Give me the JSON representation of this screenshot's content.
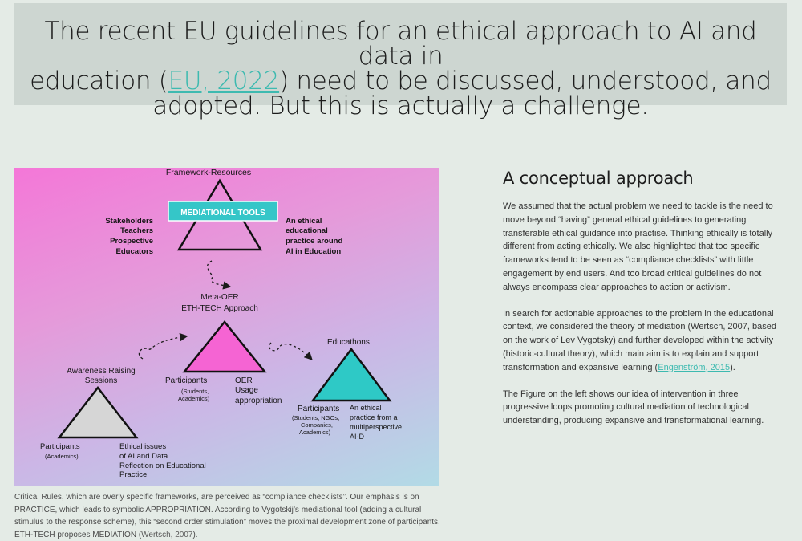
{
  "banner": {
    "line1": "The recent EU guidelines for an ethical approach to AI and data in",
    "line2_before": "education (",
    "line2_link": "EU, 2022",
    "line2_after": ") need to be discussed, understood, and",
    "line3": "adopted. But this is actually a challenge."
  },
  "figure": {
    "framework_resources": "Framework-Resources",
    "mediational_tools": "MEDIATIONAL TOOLS",
    "stakeholders": [
      "Stakeholders",
      "Teachers",
      "Prospective",
      "Educators"
    ],
    "ethical_practice": [
      "An ethical",
      "educational",
      "practice around",
      "AI in Education"
    ],
    "meta_oer": [
      "Meta-OER",
      "ETH-TECH Approach"
    ],
    "awareness": [
      "Awareness Raising",
      "Sessions"
    ],
    "participants_mid": "Participants",
    "participants_mid_sub": [
      "(Students,",
      "Academics)"
    ],
    "oer_usage": [
      "OER",
      "Usage",
      "appropriation"
    ],
    "educathons": "Educathons",
    "participants_right": "Participants",
    "participants_right_sub": [
      "(Students, NGOs,",
      "Companies,",
      "Academics)"
    ],
    "multiperspective": [
      "An ethical",
      "practice from a",
      "multiperspective",
      "AI-D"
    ],
    "participants_left": "Participants",
    "participants_left_sub": "(Academics)",
    "ethical_issues": [
      "Ethical issues",
      "of AI and Data",
      "Reflection on Educational",
      "Practice"
    ],
    "colors": {
      "pink_triangle": "#f564d3",
      "teal_triangle": "#2ec9c6",
      "gray_triangle": "#d6d6d6",
      "label_box": "#35c6c8"
    }
  },
  "caption": {
    "line1": "Critical Rules, which are overly specific frameworks, are perceived as “compliance checklists”. Our emphasis is on",
    "line2": "PRACTICE, which leads to symbolic APPROPRIATION. According to Vygotskij’s mediational tool (adding a cultural",
    "line3": "stimulus to the response scheme), this “second order stimulation” moves the proximal development zone of participants.",
    "line4_before": "ETH-TECH proposes MEDIATION (",
    "line4_link": "Wertsch, 2007",
    "line4_after": ")."
  },
  "side": {
    "title": "A conceptual approach",
    "p1": "We assumed that the actual problem we need to tackle is the need to move beyond “having” general ethical guidelines to generating transferable ethical guidance into practise. Thinking ethically is totally different from acting ethically. We also highlighted that too specific frameworks tend to be seen as “compliance checklists” with little engagement by end users. And too broad critical guidelines do not always encompass clear approaches to action or activism.",
    "p2_before": "In search for actionable approaches to the problem in the educational context, we considered the theory of mediation (Wertsch, 2007, based on the work of Lev Vygotsky) and further developed within the activity (historic-cultural theory), which main aim is to explain and support transformation and expansive learning (",
    "p2_link": "Engenström, 2015",
    "p2_after": ").",
    "p3": "The Figure on the left shows our idea of intervention in three progressive loops promoting cultural mediation of technological understanding, producing expansive and transformational learning."
  }
}
